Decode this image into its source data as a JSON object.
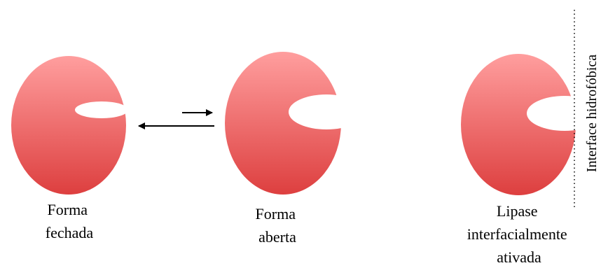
{
  "colors": {
    "blob_top": "#FF9E9E",
    "blob_bottom": "#DD3F3F",
    "pocket": "#FFFFFF",
    "arrow": "#000000",
    "interface_line": "#000000"
  },
  "labels": {
    "closed": [
      "Forma",
      "fechada"
    ],
    "open": [
      "Forma",
      "aberta"
    ],
    "activated": [
      "Lipase",
      "interfacialmente",
      "ativada"
    ],
    "interface": "Interface hidrofóbica"
  },
  "equilibrium": {
    "forward_arrow": "right",
    "reverse_arrow": "left"
  }
}
